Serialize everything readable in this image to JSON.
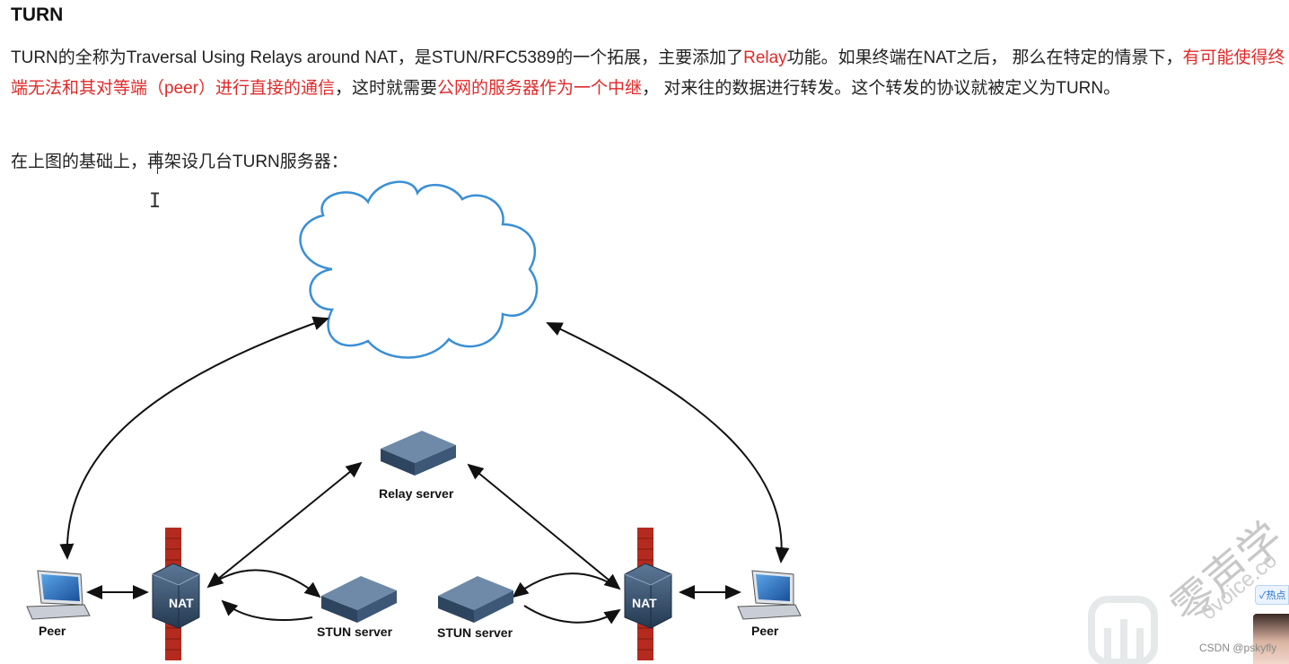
{
  "article": {
    "heading": "TURN",
    "p1_a": "TURN的全称为Traversal Using Relays around NAT，是STUN/RFC5389的一个拓展，主要添加了",
    "p1_red1": "Relay",
    "p1_b": "功能。如果终端在NAT之后， 那么在特定的情景下，",
    "p1_red2": "有可能使得终端无法和其对等端（peer）进行直接的通信",
    "p1_c": "，这时就需要",
    "p1_red3": "公网的服务器作为一个中继",
    "p1_d": "， 对来往的数据进行转发。这个转发的协议就被定义为TURN。",
    "p2": "在上图的基础上，再架设几台TURN服务器："
  },
  "diagram": {
    "relay_label": "Relay server",
    "stun_left_label": "STUN server",
    "stun_right_label": "STUN server",
    "peer_left_label": "Peer",
    "peer_right_label": "Peer",
    "nat_left_label": "NAT",
    "nat_right_label": "NAT"
  },
  "watermark": {
    "csdn": "CSDN @pskyfly",
    "brand_text": "零声学",
    "brand_sub": "0voice.co",
    "badge": "✓热点"
  },
  "colors": {
    "accent_red": "#e02a2a",
    "cloud_stroke": "#3a8fd6",
    "firewall": "#b52a1e",
    "device": "#2f4a66"
  }
}
